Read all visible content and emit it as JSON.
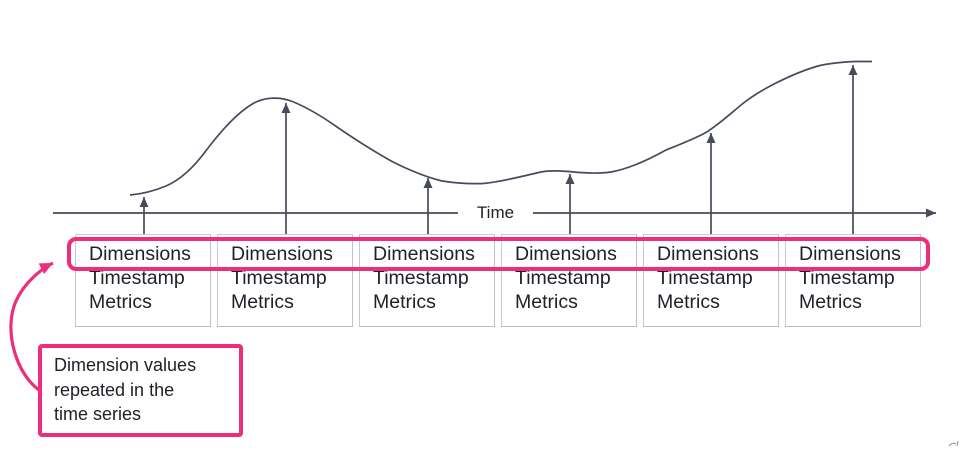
{
  "diagram": {
    "axis": {
      "label": "Time"
    },
    "record_boxes": {
      "count": 6,
      "fields": [
        "Dimensions",
        "Timestamp",
        "Metrics"
      ]
    },
    "annotation": {
      "lines": [
        "Dimension values",
        "repeated in the",
        "time series"
      ],
      "text": "Dimension values repeated in the time series"
    },
    "colors": {
      "highlight": "#ed2e7c",
      "stroke": "#474b5c",
      "box_border": "#c7cad3",
      "text": "#202129",
      "muted": "#9aa0a8"
    }
  }
}
